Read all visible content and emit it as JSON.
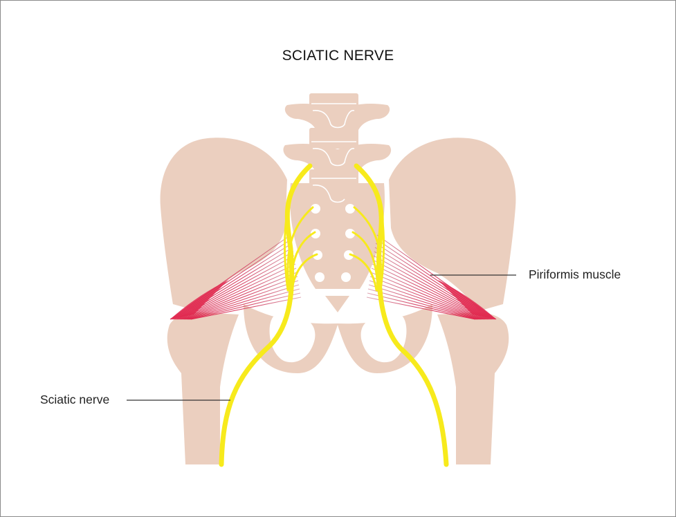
{
  "title": "SCIATIC NERVE",
  "labels": {
    "piriformis": "Piriformis muscle",
    "sciatic": "Sciatic nerve"
  },
  "colors": {
    "bone": "#ebcfbf",
    "nerve": "#f7ea1c",
    "muscle": "#e0284f",
    "leader": "#333333",
    "background": "#ffffff"
  }
}
